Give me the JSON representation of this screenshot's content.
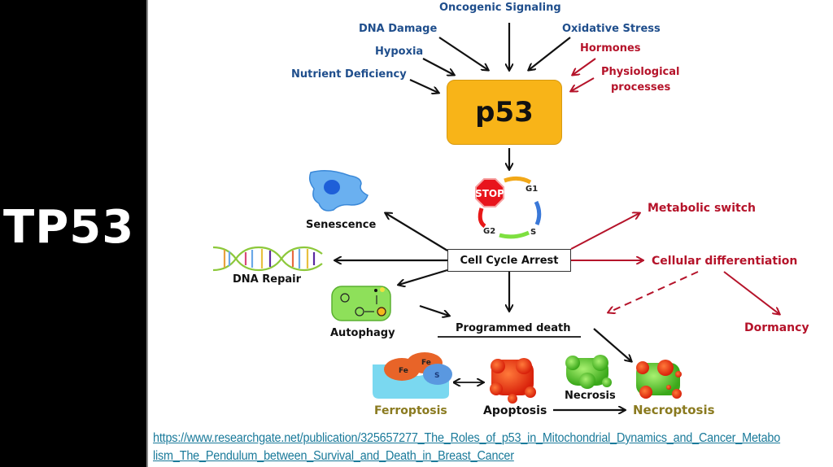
{
  "slide": {
    "title": "TP53",
    "citation_link": "https://www.researchgate.net/publication/325657277_The_Roles_of_p53_in_Mitochondrial_Dynamics_and_Cancer_Metabolism_The_Pendulum_between_Survival_and_Death_in_Breast_Cancer"
  },
  "diagram": {
    "center_node": "p53",
    "upstream_stimuli": [
      {
        "label": "Oncogenic Signaling",
        "color": "#1f4e8c"
      },
      {
        "label": "DNA Damage",
        "color": "#1f4e8c"
      },
      {
        "label": "Oxidative Stress",
        "color": "#1f4e8c"
      },
      {
        "label": "Hypoxia",
        "color": "#1f4e8c"
      },
      {
        "label": "Nutrient Deficiency",
        "color": "#1f4e8c"
      },
      {
        "label": "Hormones",
        "color": "#b5132a"
      },
      {
        "label": "Physiological processes",
        "color": "#b5132a"
      }
    ],
    "physiological_line1": "Physiological",
    "physiological_line2": "processes",
    "cell_cycle": {
      "stop_sign": "STOP",
      "phases": [
        "G1",
        "S",
        "G2"
      ]
    },
    "cell_cycle_arrest": "Cell Cycle Arrest",
    "outcomes_left": [
      "Senescence",
      "DNA Repair",
      "Autophagy"
    ],
    "outcomes_right": [
      "Metabolic switch",
      "Cellular differentiation",
      "Dormancy"
    ],
    "programmed_death": "Programmed death",
    "death_types": [
      "Ferroptosis",
      "Apoptosis",
      "Necrosis",
      "Necroptosis"
    ],
    "ferroptosis_labels": [
      "Fe",
      "Fe",
      "S"
    ],
    "colors": {
      "p53_box": "#f8b418",
      "stimulus_blue": "#1f4e8c",
      "accent_red": "#b5132a",
      "death_label_olive": "#8a7a1f",
      "link": "#1a7a9a"
    }
  }
}
